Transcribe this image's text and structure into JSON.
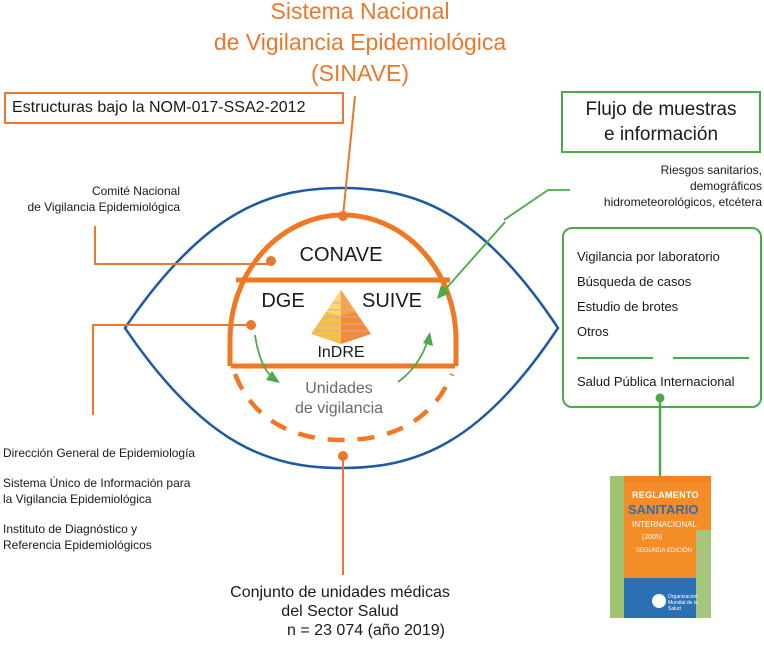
{
  "title_lines": [
    "Sistema Nacional",
    "de Vigilancia Epidemiológica",
    "(SINAVE)"
  ],
  "nom_box": "Estructuras bajo la NOM-017-SSA2-2012",
  "flujo_box": [
    "Flujo de muestras",
    "e información"
  ],
  "comite": [
    "Comité Nacional",
    "de Vigilancia Epidemiológica"
  ],
  "riesgos": [
    "Riesgos sanitarios,",
    "demográficos",
    "hidrometeorológicos, etcétera"
  ],
  "eye": {
    "conave": "CONAVE",
    "dge": "DGE",
    "suive": "SUIVE",
    "indre": "InDRE",
    "unidades": [
      "Unidades",
      "de vigilancia"
    ]
  },
  "green_box": {
    "items": [
      "Vigilancia por laboratorio",
      "Búsqueda de casos",
      "Estudio de brotes",
      "Otros"
    ],
    "bottom": "Salud Pública Internacional"
  },
  "dge_list": [
    [
      "Dirección General de Epidemiología"
    ],
    [
      "Sistema Único de Información para",
      "la Vigilancia Epidemiológica"
    ],
    [
      "Instituto de Diagnóstico y",
      "Referencia Epidemiológicos"
    ]
  ],
  "conjunto": [
    "Conjunto de unidades médicas",
    "del Sector Salud",
    "n = 23 074 (año 2019)"
  ],
  "book": {
    "line1": "REGLAMENTO",
    "line2": "SANITARIO",
    "line3": "INTERNACIONAL",
    "line4": "(2005)",
    "line5": "SEGUNDA EDICIÓN",
    "brand": [
      "Organización",
      "Mundial de la Salud"
    ]
  },
  "colors": {
    "orange": "#e8782b",
    "blue": "#1e5aa0",
    "green": "#4aaa4a"
  }
}
